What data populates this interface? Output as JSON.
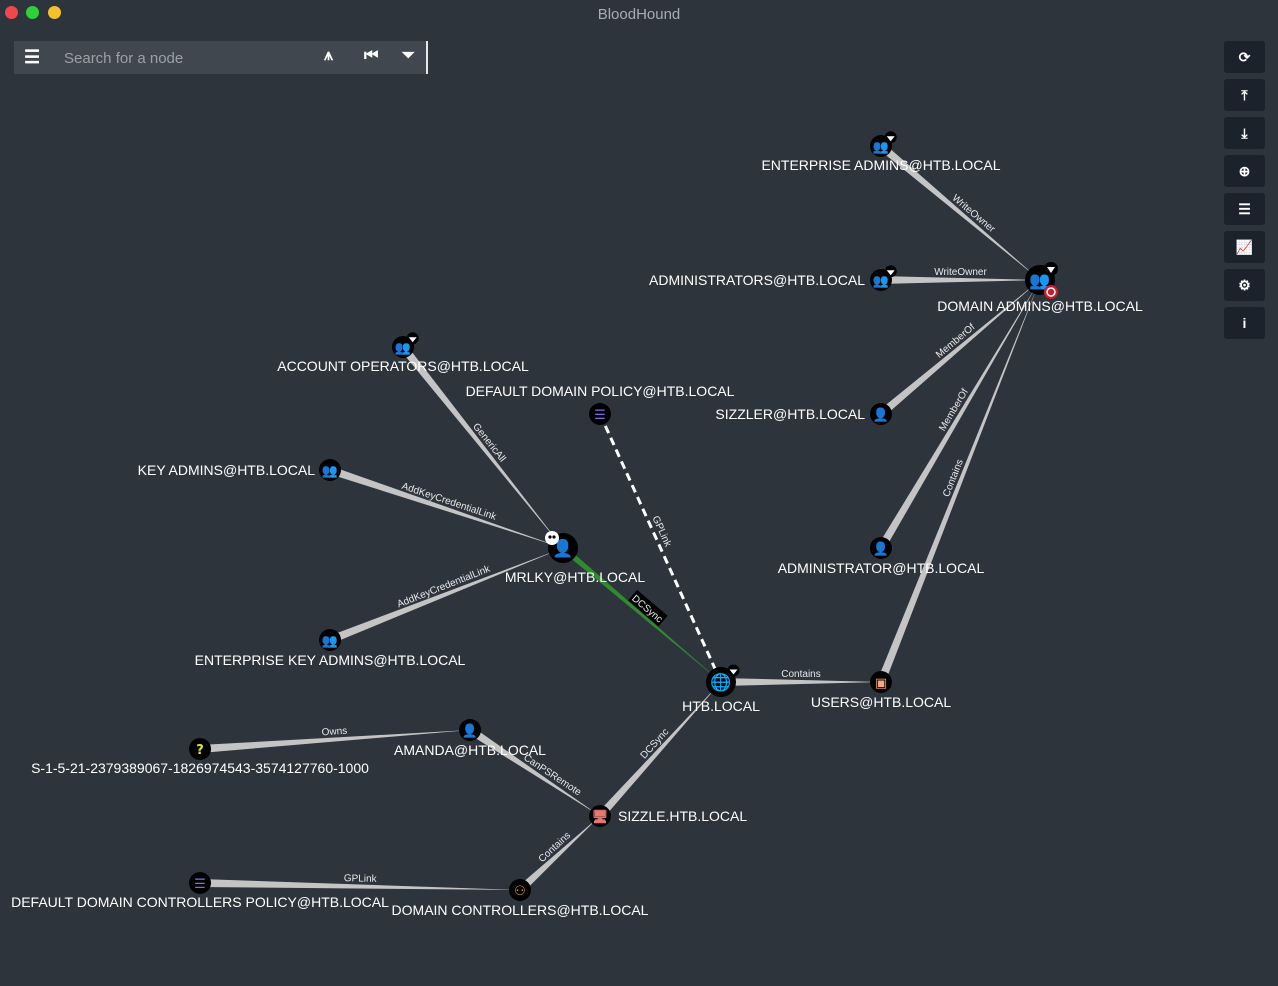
{
  "window": {
    "title": "BloodHound"
  },
  "search": {
    "placeholder": "Search for a node",
    "value": ""
  },
  "toolbar": [
    {
      "name": "refresh",
      "glyph": "⟳"
    },
    {
      "name": "upload",
      "glyph": "⤒"
    },
    {
      "name": "download",
      "glyph": "⤓"
    },
    {
      "name": "import",
      "glyph": "⊕"
    },
    {
      "name": "queries",
      "glyph": "☰"
    },
    {
      "name": "analytics",
      "glyph": "📈"
    },
    {
      "name": "settings",
      "glyph": "⚙"
    },
    {
      "name": "info",
      "glyph": "i"
    }
  ],
  "colors": {
    "group": "#e6e619",
    "user": "#17e625",
    "domain": "#17e6b9",
    "gpo": "#7b71e6",
    "computer": "#e67873",
    "container": "#f5a77a",
    "ou": "#e6a219",
    "unknown": "#e6e619",
    "dcsync": "#2e8b2e"
  },
  "nodes": [
    {
      "id": "ea",
      "label": "ENTERPRISE ADMINS@HTB.LOCAL",
      "type": "group",
      "badge": "gem"
    },
    {
      "id": "admins",
      "label": "ADMINISTRATORS@HTB.LOCAL",
      "type": "group",
      "badge": "gem"
    },
    {
      "id": "da",
      "label": "DOMAIN ADMINS@HTB.LOCAL",
      "type": "group",
      "badge": "target"
    },
    {
      "id": "ao",
      "label": "ACCOUNT OPERATORS@HTB.LOCAL",
      "type": "group",
      "badge": "gem"
    },
    {
      "id": "ddp",
      "label": "DEFAULT DOMAIN POLICY@HTB.LOCAL",
      "type": "gpo"
    },
    {
      "id": "ka",
      "label": "KEY ADMINS@HTB.LOCAL",
      "type": "group"
    },
    {
      "id": "mrlky",
      "label": "MRLKY@HTB.LOCAL",
      "type": "user",
      "badge": "skull"
    },
    {
      "id": "eka",
      "label": "ENTERPRISE KEY ADMINS@HTB.LOCAL",
      "type": "group"
    },
    {
      "id": "sizzler",
      "label": "SIZZLER@HTB.LOCAL",
      "type": "user"
    },
    {
      "id": "administrator",
      "label": "ADMINISTRATOR@HTB.LOCAL",
      "type": "user"
    },
    {
      "id": "htb",
      "label": "HTB.LOCAL",
      "type": "domain",
      "badge": "gem"
    },
    {
      "id": "users",
      "label": "USERS@HTB.LOCAL",
      "type": "container"
    },
    {
      "id": "sid",
      "label": "S-1-5-21-2379389067-1826974543-3574127760-1000",
      "type": "unknown"
    },
    {
      "id": "amanda",
      "label": "AMANDA@HTB.LOCAL",
      "type": "user"
    },
    {
      "id": "sizzle",
      "label": "SIZZLE.HTB.LOCAL",
      "type": "computer"
    },
    {
      "id": "ddcp",
      "label": "DEFAULT DOMAIN CONTROLLERS POLICY@HTB.LOCAL",
      "type": "gpo"
    },
    {
      "id": "dc",
      "label": "DOMAIN CONTROLLERS@HTB.LOCAL",
      "type": "ou"
    }
  ],
  "edges": [
    {
      "source": "ea",
      "target": "da",
      "label": "WriteOwner"
    },
    {
      "source": "admins",
      "target": "da",
      "label": "WriteOwner"
    },
    {
      "source": "sizzler",
      "target": "da",
      "label": "MemberOf"
    },
    {
      "source": "administrator",
      "target": "da",
      "label": "MemberOf"
    },
    {
      "source": "users",
      "target": "da",
      "label": "Contains"
    },
    {
      "source": "ao",
      "target": "mrlky",
      "label": "GenericAll"
    },
    {
      "source": "ka",
      "target": "mrlky",
      "label": "AddKeyCredentialLink"
    },
    {
      "source": "eka",
      "target": "mrlky",
      "label": "AddKeyCredentialLink"
    },
    {
      "source": "ddp",
      "target": "htb",
      "label": "GPLink",
      "style": "dashed"
    },
    {
      "source": "mrlky",
      "target": "htb",
      "label": "DCSync",
      "style": "highlight"
    },
    {
      "source": "htb",
      "target": "users",
      "label": "Contains"
    },
    {
      "source": "sid",
      "target": "amanda",
      "label": "Owns"
    },
    {
      "source": "amanda",
      "target": "sizzle",
      "label": "CanPSRemote"
    },
    {
      "source": "sizzle",
      "target": "htb",
      "label": "DCSync"
    },
    {
      "source": "ddcp",
      "target": "dc",
      "label": "GPLink"
    },
    {
      "source": "dc",
      "target": "sizzle",
      "label": "Contains"
    }
  ]
}
